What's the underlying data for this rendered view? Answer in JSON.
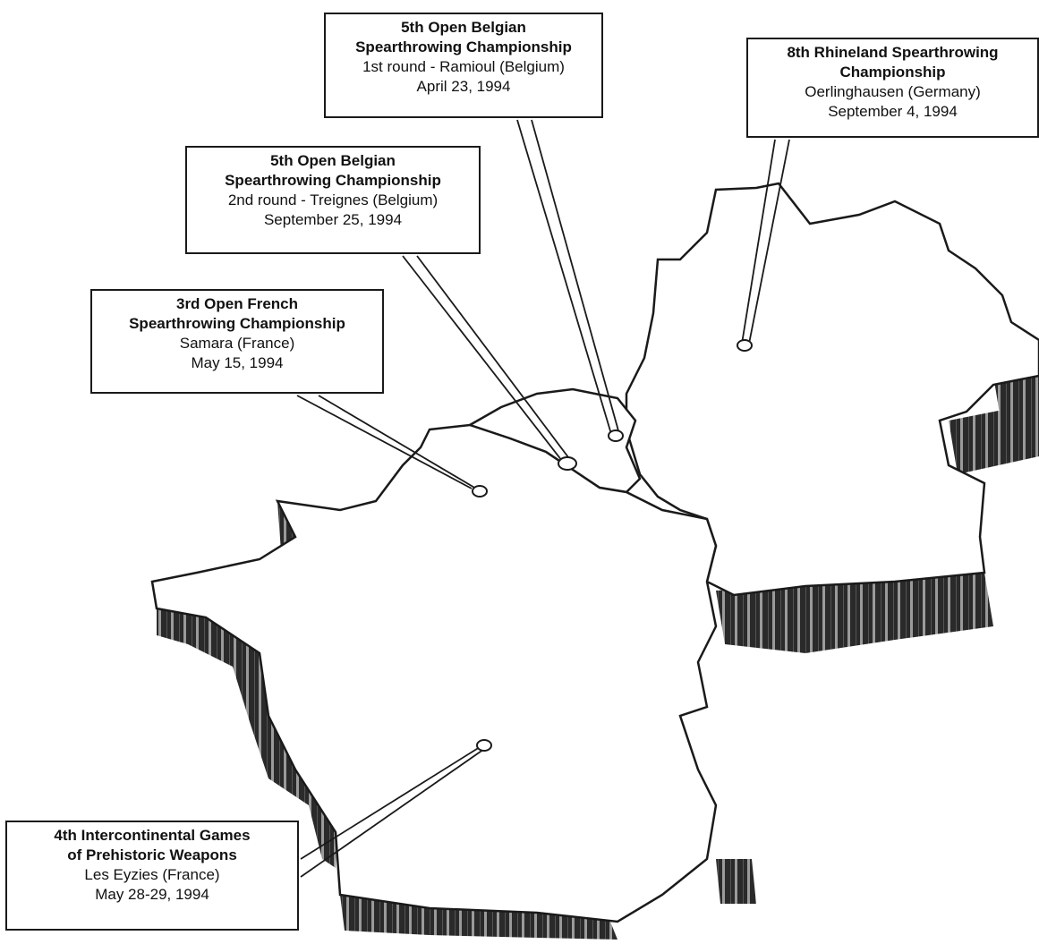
{
  "map": {
    "colors": {
      "land": "#ffffff",
      "outline": "#1a1a1a",
      "relief_dark": "#222222",
      "relief_light": "#888888"
    },
    "events": [
      {
        "title_lines": [
          "8th Rhineland Spearthrowing",
          "Championship"
        ],
        "location": "Oerlinghausen (Germany)",
        "date": "September 4, 1994"
      },
      {
        "title_lines": [
          "5th Open Belgian",
          "Spearthrowing Championship"
        ],
        "location": "1st round - Ramioul (Belgium)",
        "date": "April 23, 1994"
      },
      {
        "title_lines": [
          "5th Open Belgian",
          "Spearthrowing Championship"
        ],
        "location": "2nd round - Treignes (Belgium)",
        "date": "September 25, 1994"
      },
      {
        "title_lines": [
          "3rd Open French",
          "Spearthrowing Championship"
        ],
        "location": "Samara (France)",
        "date": "May 15, 1994"
      },
      {
        "title_lines": [
          "4th Intercontinental Games",
          "of Prehistoric Weapons"
        ],
        "location": "Les Eyzies (France)",
        "date": "May 28-29, 1994"
      }
    ]
  }
}
